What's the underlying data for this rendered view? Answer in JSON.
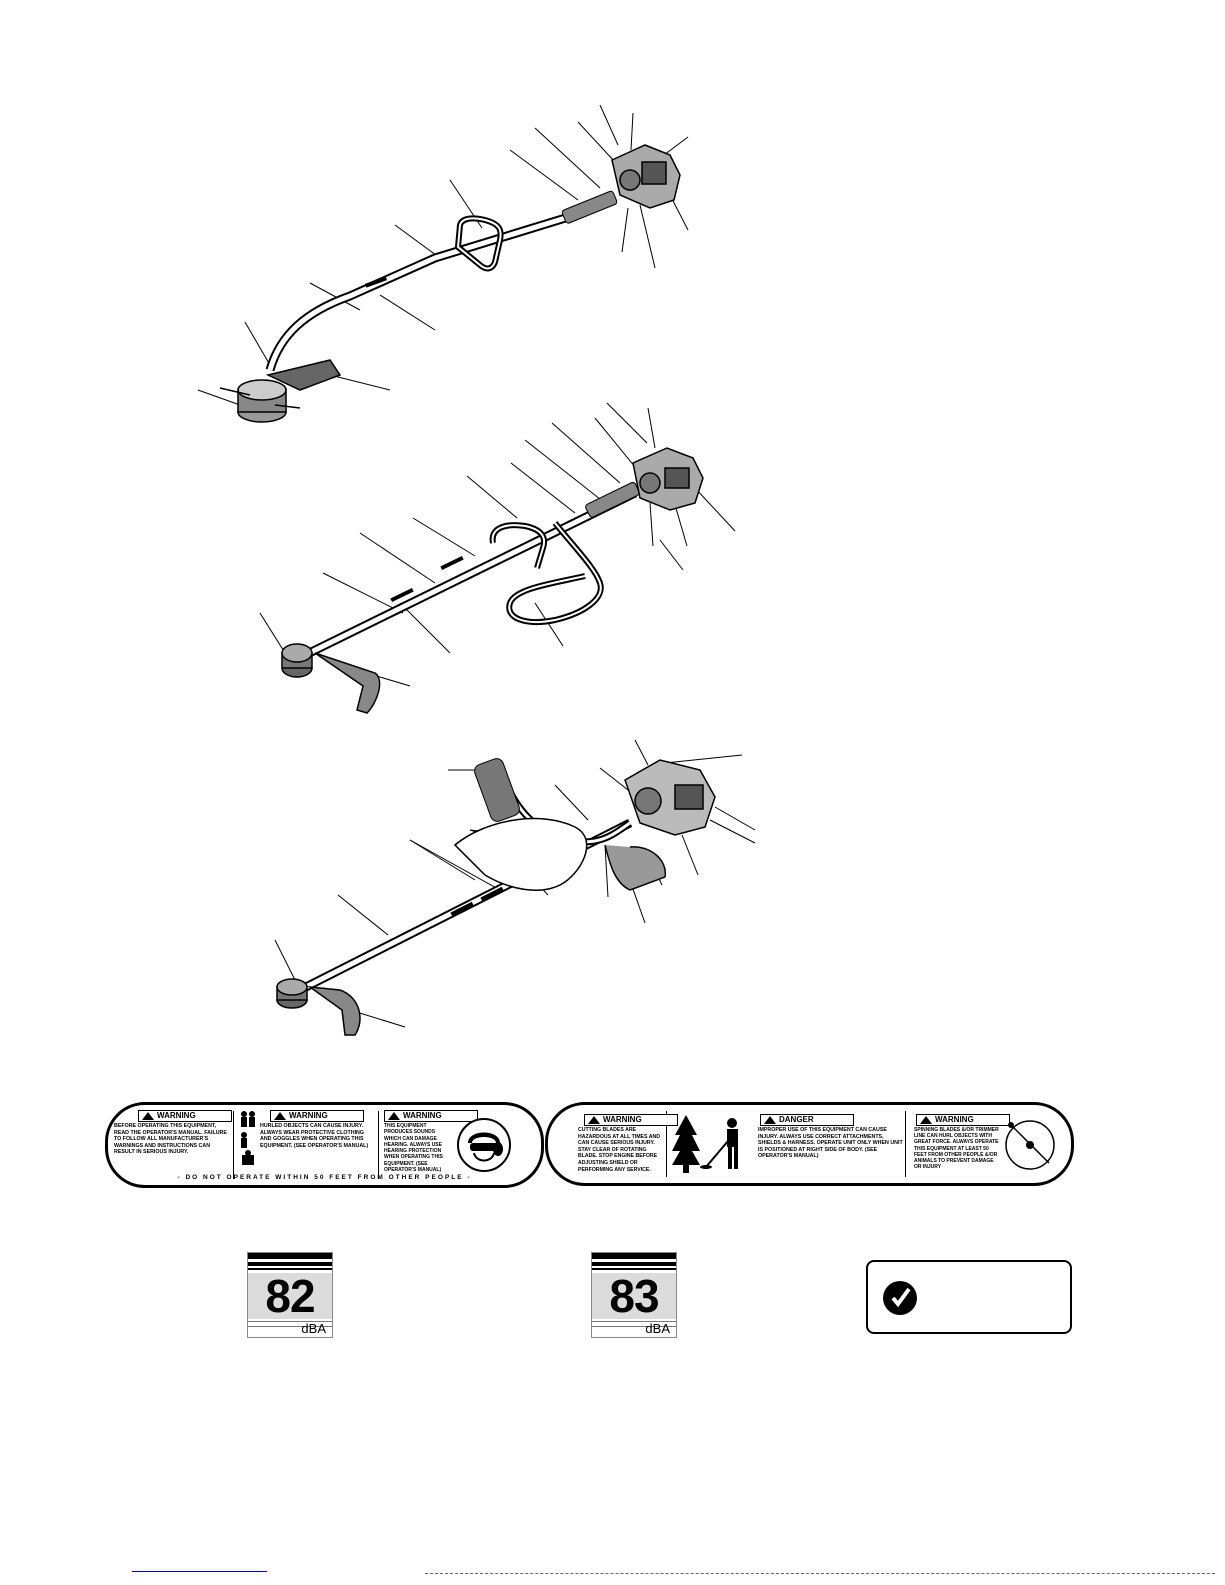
{
  "diagram": {
    "illustrations": [
      {
        "name": "curved-shaft-trimmer"
      },
      {
        "name": "straight-shaft-trimmer-with-harness"
      },
      {
        "name": "brushcutter-with-bike-handle"
      }
    ]
  },
  "safety_labels": {
    "left": {
      "panel1": {
        "header": "WARNING",
        "body": "BEFORE OPERATING THIS EQUIPMENT, READ THE OPERATOR'S MANUAL. FAILURE TO FOLLOW ALL MANUFACTURER'S WARNINGS AND INSTRUCTIONS CAN RESULT IN SERIOUS INJURY."
      },
      "panel2": {
        "header": "WARNING",
        "body": "HURLED OBJECTS CAN CAUSE INJURY. ALWAYS WEAR PROTECTIVE CLOTHING AND GOGGLES WHEN OPERATING THIS EQUIPMENT. (SEE OPERATOR'S MANUAL)"
      },
      "panel3": {
        "header": "WARNING",
        "body": "THIS EQUIPMENT PRODUCES SOUNDS WHICH CAN DAMAGE HEARING. ALWAYS USE HEARING PROTECTION WHEN OPERATING THIS EQUIPMENT. (SEE OPERATOR'S MANUAL)"
      },
      "footer": "- DO NOT OPERATE WITHIN 50 FEET FROM OTHER PEOPLE -"
    },
    "right": {
      "panel1": {
        "header": "WARNING",
        "body": "CUTTING BLADES ARE HAZARDOUS AT ALL TIMES AND CAN CAUSE SERIOUS INJURY. STAY CLEAR OF ROTATING BLADE. STOP ENGINE BEFORE ADJUSTING SHIELD OR PERFORMING ANY SERVICE."
      },
      "panel2": {
        "header": "DANGER",
        "body": "IMPROPER USE OF THIS EQUIPMENT CAN CAUSE INJURY. ALWAYS USE CORRECT ATTACHMENTS, SHIELDS & HARNESS. OPERATE UNIT ONLY WHEN UNIT IS POSITIONED AT RIGHT SIDE OF BODY. (SEE OPERATOR'S MANUAL)"
      },
      "panel3": {
        "header": "WARNING",
        "body": "SPINNING BLADES &/OR TRIMMER LINE CAN HURL OBJECTS WITH GREAT FORCE. ALWAYS OPERATE THIS EQUIPMENT AT LEAST 50 FEET FROM OTHER PEOPLE &/OR ANIMALS TO PREVENT DAMAGE OR INJURY"
      }
    }
  },
  "noise_labels": [
    {
      "value": "82",
      "unit": "dBA"
    },
    {
      "value": "83",
      "unit": "dBA"
    }
  ]
}
